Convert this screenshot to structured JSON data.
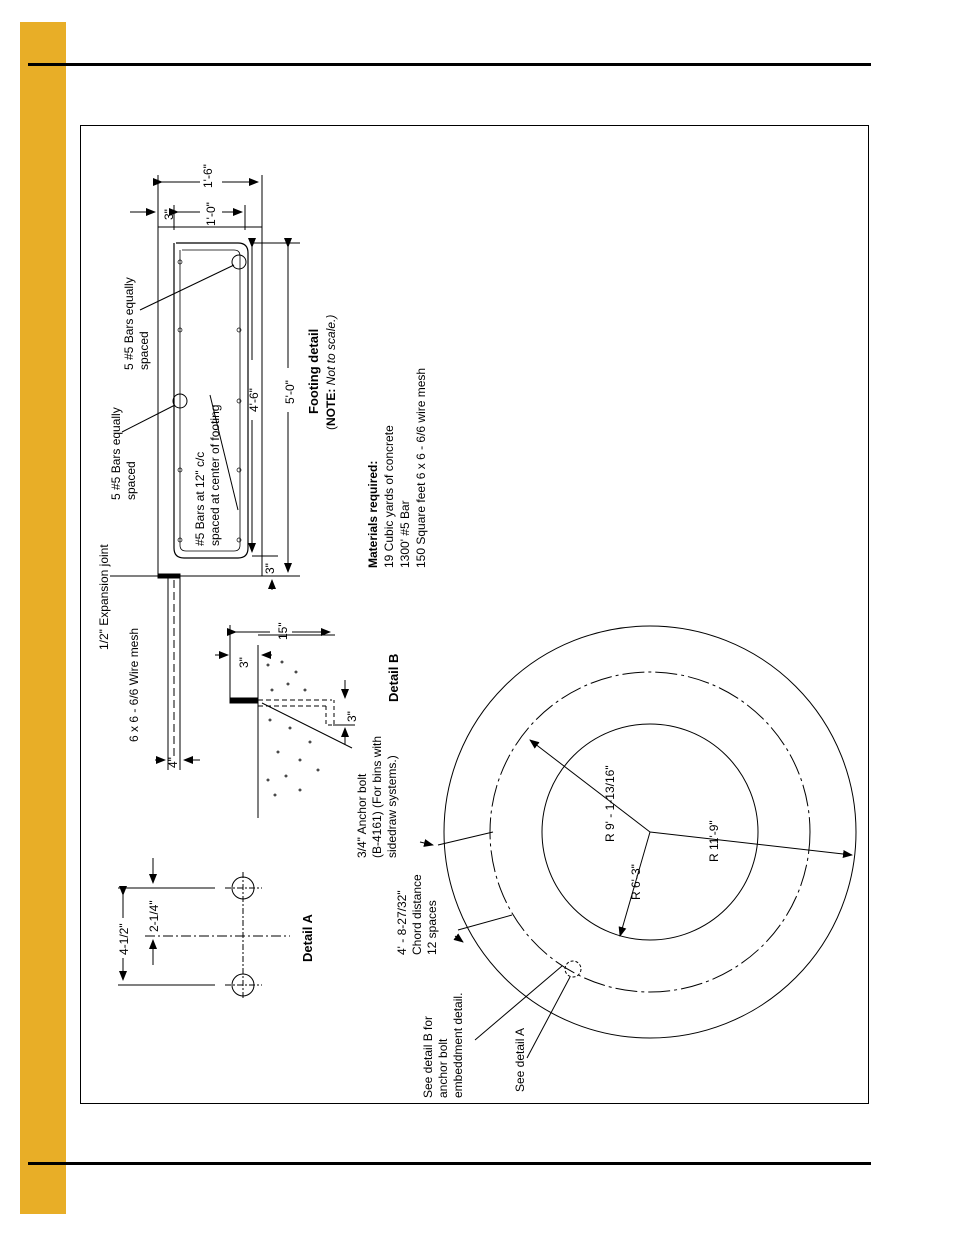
{
  "accent_color": "#E8AE27",
  "footing": {
    "title": "Footing detail",
    "note_bold": "NOTE:",
    "note_text": " Not to scale.)",
    "note_open": "(",
    "dim_1_6": "1'-6\"",
    "dim_3_top": "3\"",
    "dim_1_0": "1'-0\"",
    "dim_4_6": "4'-6\"",
    "dim_5_0": "5'-0\"",
    "dim_3_bottom": "3\"",
    "bars_equally_a1": "5 #5 Bars equally",
    "bars_equally_a2": "spaced",
    "bars_equally_b1": "5 #5 Bars equally",
    "bars_equally_b2": "spaced",
    "bars_12_1": "#5 Bars at 12\" c/c",
    "bars_12_2": "spaced at center of footing",
    "expansion_joint": "1/2\" Expansion joint",
    "wire_mesh": "6 x 6 - 6/6 Wire mesh",
    "dim_4": "4\""
  },
  "materials": {
    "heading": "Materials required:",
    "lines": [
      "19 Cubic yards of concrete",
      "1300' #5 Bar",
      "150 Square feet 6 x 6 - 6/6 wire mesh"
    ]
  },
  "detail_b": {
    "title": "Detail B",
    "dim_15": "15\"",
    "dim_3a": "3\"",
    "dim_3b": "3\"",
    "anchor_1": "3/4\" Anchor bolt",
    "anchor_2": "(B-4161) (For bins with",
    "anchor_3": "sidedraw systems.)"
  },
  "detail_a": {
    "title": "Detail A",
    "dim_4_1_2": "4-1/2\"",
    "dim_2_1_4": "2-1/4\""
  },
  "circle_plan": {
    "r_outer": "R 11'-9\"",
    "r_bolt": "R 9' - 1-13/16\"",
    "r_inner": "R 6'-3\"",
    "chord_1": "4' - 8-27/32\"",
    "chord_2": "Chord distance",
    "chord_3": "12 spaces",
    "see_b_1": "See detail B for",
    "see_b_2": "anchor bolt",
    "see_b_3": "embeddment detail.",
    "see_a": "See detail A"
  }
}
